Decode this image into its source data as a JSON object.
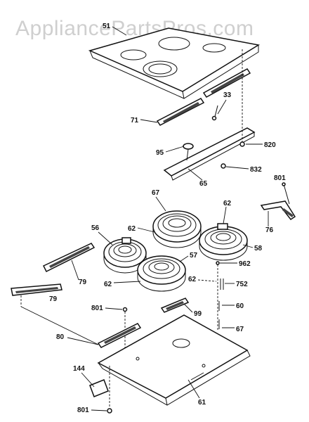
{
  "watermark": "AppliancePartsPros.com",
  "labels": {
    "cooktop": "51",
    "screw_33": "33",
    "rail_71": "71",
    "clip_95": "95",
    "screw_820": "820",
    "screw_832": "832",
    "bracket_65": "65",
    "screw_801_top": "801",
    "element_67": "67",
    "bracket_76": "76",
    "receptacle_62_top": "62",
    "receptacle_62_mid": "62",
    "element_56": "56",
    "element_58": "58",
    "element_57": "57",
    "wire_962": "962",
    "receptacle_62_left": "62",
    "receptacle_62_right": "62",
    "wire_752": "752",
    "rail_79_upper": "79",
    "rail_79_lower": "79",
    "screw_801_mid": "801",
    "clip_99": "99",
    "part_60": "60",
    "part_67_low": "67",
    "bracket_80": "80",
    "bracket_144": "144",
    "pan_61": "61",
    "screw_801_bottom": "801"
  }
}
